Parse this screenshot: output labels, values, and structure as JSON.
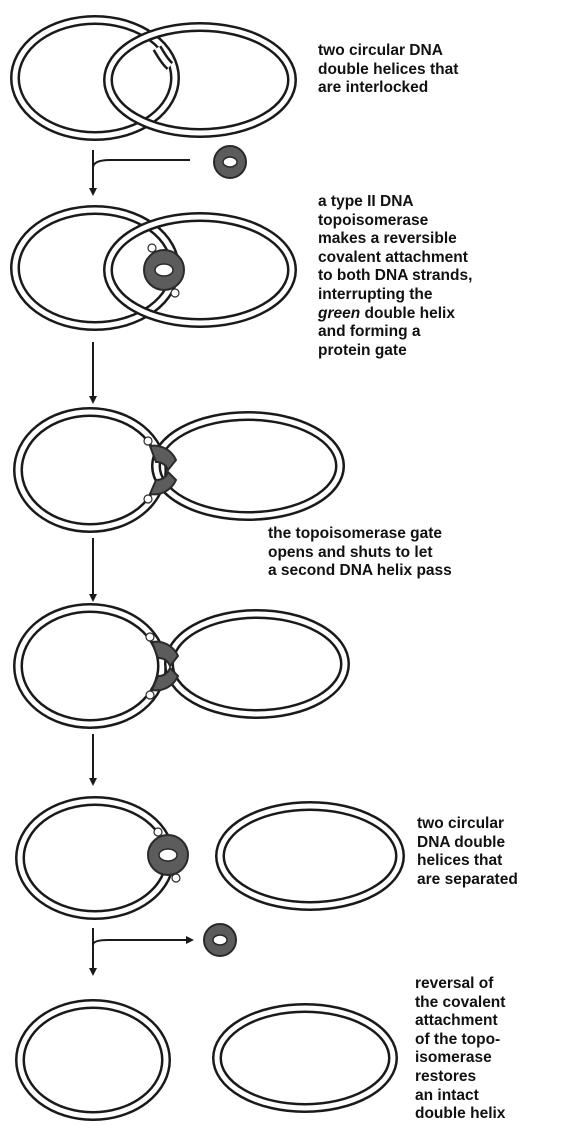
{
  "captions": {
    "step1": [
      "two circular DNA",
      "double helices that",
      "are interlocked"
    ],
    "step2": {
      "lines": [
        "a type II DNA",
        "topoisomerase",
        "makes a reversible",
        "covalent attachment",
        "to both DNA strands,",
        "interrupting the"
      ],
      "emphasis": "green",
      "emphasis_rest": " double helix",
      "tail": [
        "and forming a",
        "protein gate"
      ]
    },
    "step3": [
      "the topoisomerase gate",
      "opens and shuts to let",
      "a second DNA helix pass"
    ],
    "step4": [
      "two circular",
      "DNA double",
      "helices that",
      "are separated"
    ],
    "step5": [
      "reversal of",
      "the covalent",
      "attachment",
      "of the topo-",
      "isomerase",
      "restores",
      "an intact",
      "double helix"
    ]
  },
  "colors": {
    "dna_strand": "#1a1a1a",
    "helix_gap": "#ffffff",
    "enzyme": "#5c5c5c",
    "enzyme_dark": "#2a2a2a",
    "text": "#111111"
  }
}
